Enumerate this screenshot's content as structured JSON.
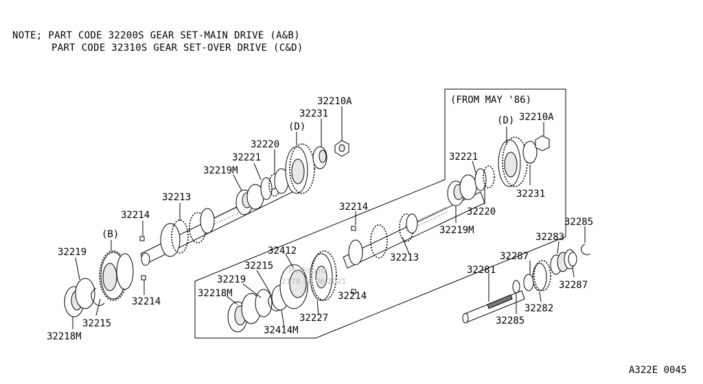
{
  "note": {
    "line1": "NOTE; PART CODE 32200S GEAR SET-MAIN DRIVE (A&B)",
    "line2": "PART CODE 32310S GEAR SET-OVER DRIVE (C&D)"
  },
  "inset_label": "(FROM MAY '86)",
  "watermark": {
    "line1": "MyDisp.ru",
    "line2": "2178 08.06.2021"
  },
  "footer_code": "A322E 0045",
  "labels": {
    "l_32210A_1": "32210A",
    "l_32231_1": "32231",
    "l_D_1": "(D)",
    "l_32220_1": "32220",
    "l_32221_1": "32221",
    "l_32219M_1": "32219M",
    "l_32213_1": "32213",
    "l_32214_1a": "32214",
    "l_B": "(B)",
    "l_32219_1": "32219",
    "l_32214_1b": "32214",
    "l_32215_1": "32215",
    "l_32218M_1": "32218M",
    "l_D_2": "(D)",
    "l_32210A_2": "32210A",
    "l_32221_2": "32221",
    "l_32231_2": "32231",
    "l_32220_2": "32220",
    "l_32219M_2": "32219M",
    "l_32214_2a": "32214",
    "l_32213_2": "32213",
    "l_32412": "32412",
    "l_32215_2": "32215",
    "l_32219_2": "32219",
    "l_32218M_2": "32218M",
    "l_32214_2b": "32214",
    "l_32227": "32227",
    "l_32414M": "32414M",
    "l_32285_a": "32285",
    "l_32283": "32283",
    "l_32287_a": "32287",
    "l_32281": "32281",
    "l_32287_b": "32287",
    "l_32282": "32282",
    "l_32285_b": "32285"
  }
}
